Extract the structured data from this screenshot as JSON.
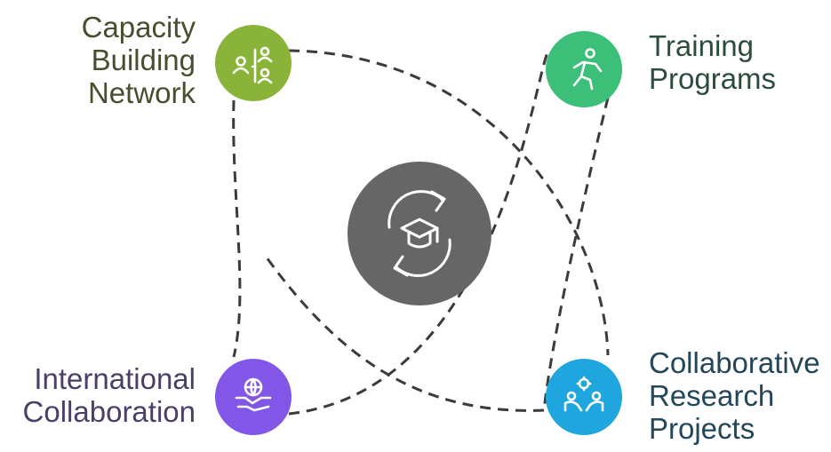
{
  "diagram": {
    "center": {
      "icon": "graduation-cap-cycle-icon",
      "color": "#666666"
    },
    "nodes": [
      {
        "id": "capacity",
        "lines": [
          "Capacity",
          "Building",
          "Network"
        ],
        "icon": "network-people-icon",
        "color": "#8ab33a",
        "text_color": "#4a4e2e"
      },
      {
        "id": "training",
        "lines": [
          "Training",
          "Programs"
        ],
        "icon": "person-exercise-icon",
        "color": "#3bbf79",
        "text_color": "#2c4d3c"
      },
      {
        "id": "international",
        "lines": [
          "International",
          "Collaboration"
        ],
        "icon": "globe-handshake-icon",
        "color": "#8256e6",
        "text_color": "#4b3e69"
      },
      {
        "id": "research",
        "lines": [
          "Collaborative",
          "Research",
          "Projects"
        ],
        "icon": "research-team-icon",
        "color": "#1fa6df",
        "text_color": "#234659"
      }
    ],
    "connector_color": "#3b3b3b"
  }
}
